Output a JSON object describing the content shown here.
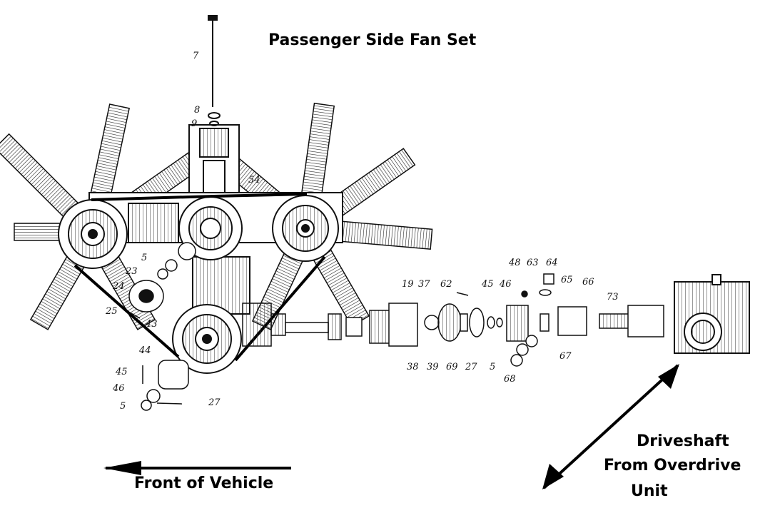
{
  "diagram": {
    "title": "Passenger Side Fan Set",
    "front_label": "Front of Vehicle",
    "driveshaft_label": [
      "Driveshaft",
      "From Overdrive",
      "Unit"
    ]
  },
  "part_numbers": [
    "7",
    "8",
    "9",
    "54",
    "5",
    "23",
    "24",
    "25",
    "43",
    "44",
    "45",
    "46",
    "5",
    "27",
    "19",
    "37",
    "62",
    "45",
    "46",
    "48",
    "63",
    "64",
    "65",
    "66",
    "73",
    "38",
    "39",
    "69",
    "27",
    "5",
    "68",
    "67"
  ],
  "icons": {
    "front_arrow": "arrow-left",
    "driveshaft_arrow": "arrow-down-left"
  },
  "colors": {
    "ink": "#111111",
    "belt": "#000000",
    "background": "#ffffff"
  }
}
